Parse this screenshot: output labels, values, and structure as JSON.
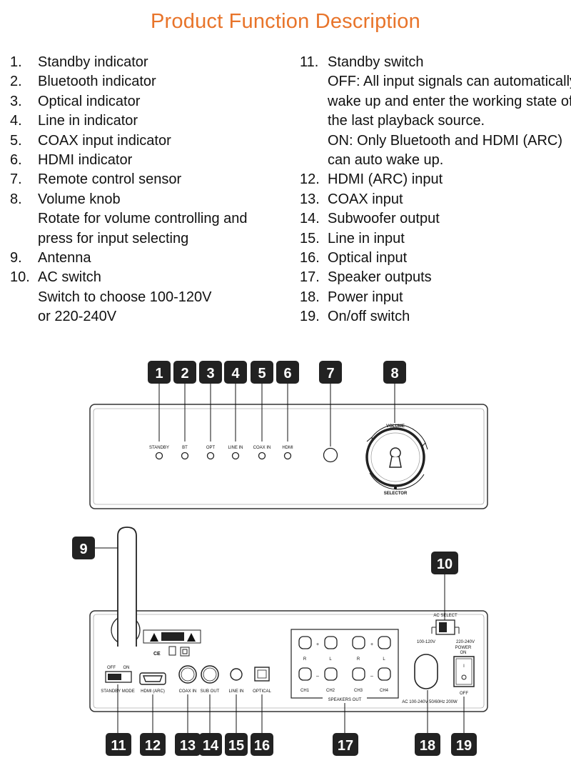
{
  "title": "Product Function Description",
  "left_list": [
    {
      "num": "1.",
      "lines": [
        "Standby indicator"
      ]
    },
    {
      "num": "2.",
      "lines": [
        "Bluetooth indicator"
      ]
    },
    {
      "num": "3.",
      "lines": [
        "Optical indicator"
      ]
    },
    {
      "num": "4.",
      "lines": [
        "Line in indicator"
      ]
    },
    {
      "num": "5.",
      "lines": [
        "COAX input indicator"
      ]
    },
    {
      "num": "6.",
      "lines": [
        "HDMI indicator"
      ]
    },
    {
      "num": "7.",
      "lines": [
        "Remote control sensor"
      ]
    },
    {
      "num": "8.",
      "lines": [
        "Volume knob",
        "Rotate for volume controlling and",
        "press for input selecting"
      ]
    },
    {
      "num": "9.",
      "lines": [
        "Antenna"
      ]
    },
    {
      "num": "10.",
      "lines": [
        "AC switch",
        "Switch to choose 100-120V",
        "or 220-240V"
      ]
    }
  ],
  "right_list": [
    {
      "num": "11.",
      "lines": [
        "Standby switch",
        "OFF: All input signals can automatically",
        "wake up and enter the working state of",
        "the last playback source.",
        "ON: Only Bluetooth and HDMI (ARC)",
        "can auto wake up."
      ]
    },
    {
      "num": "12.",
      "lines": [
        "HDMI (ARC) input"
      ]
    },
    {
      "num": "13.",
      "lines": [
        "COAX input"
      ]
    },
    {
      "num": "14.",
      "lines": [
        "Subwoofer output"
      ]
    },
    {
      "num": "15.",
      "lines": [
        "Line in input"
      ]
    },
    {
      "num": "16.",
      "lines": [
        "Optical input"
      ]
    },
    {
      "num": "17.",
      "lines": [
        "Speaker outputs"
      ]
    },
    {
      "num": "18.",
      "lines": [
        "Power input"
      ]
    },
    {
      "num": "19.",
      "lines": [
        "On/off switch"
      ]
    }
  ],
  "front_panel": {
    "indicator_labels": [
      "STANDBY",
      "BT",
      "OPT",
      "LINE IN",
      "COAX IN",
      "HDMI"
    ],
    "volume_label": "VOLUME",
    "selector_label": "SELECTOR"
  },
  "rear_panel": {
    "ac_select_label": "AC SELECT",
    "ac_low": "100-120V",
    "ac_high": "220-240V",
    "standby_off": "OFF",
    "standby_on": "ON",
    "standby_mode": "STANDBY MODE",
    "hdmi_arc": "HDMI (ARC)",
    "coax_in": "COAX IN",
    "sub_out": "SUB OUT",
    "line_in": "LINE IN",
    "optical": "OPTICAL",
    "plus": "+",
    "minus": "–",
    "channel_top": [
      "R",
      "L",
      "R",
      "L"
    ],
    "channels": [
      "CH1",
      "CH2",
      "CH3",
      "CH4"
    ],
    "speakers_out": "SPEAKERS OUT",
    "power_on_line1": "POWER",
    "power_on_line2": "ON",
    "power_off": "OFF",
    "switch_i": "I",
    "power_rating": "AC 100-240V 50/60Hz 200W",
    "cert_marks": "CE"
  },
  "badges": [
    "1",
    "2",
    "3",
    "4",
    "5",
    "6",
    "7",
    "8",
    "9",
    "10",
    "11",
    "12",
    "13",
    "14",
    "15",
    "16",
    "17",
    "18",
    "19"
  ],
  "colors": {
    "title": "#e8742a",
    "badge": "#222222"
  }
}
